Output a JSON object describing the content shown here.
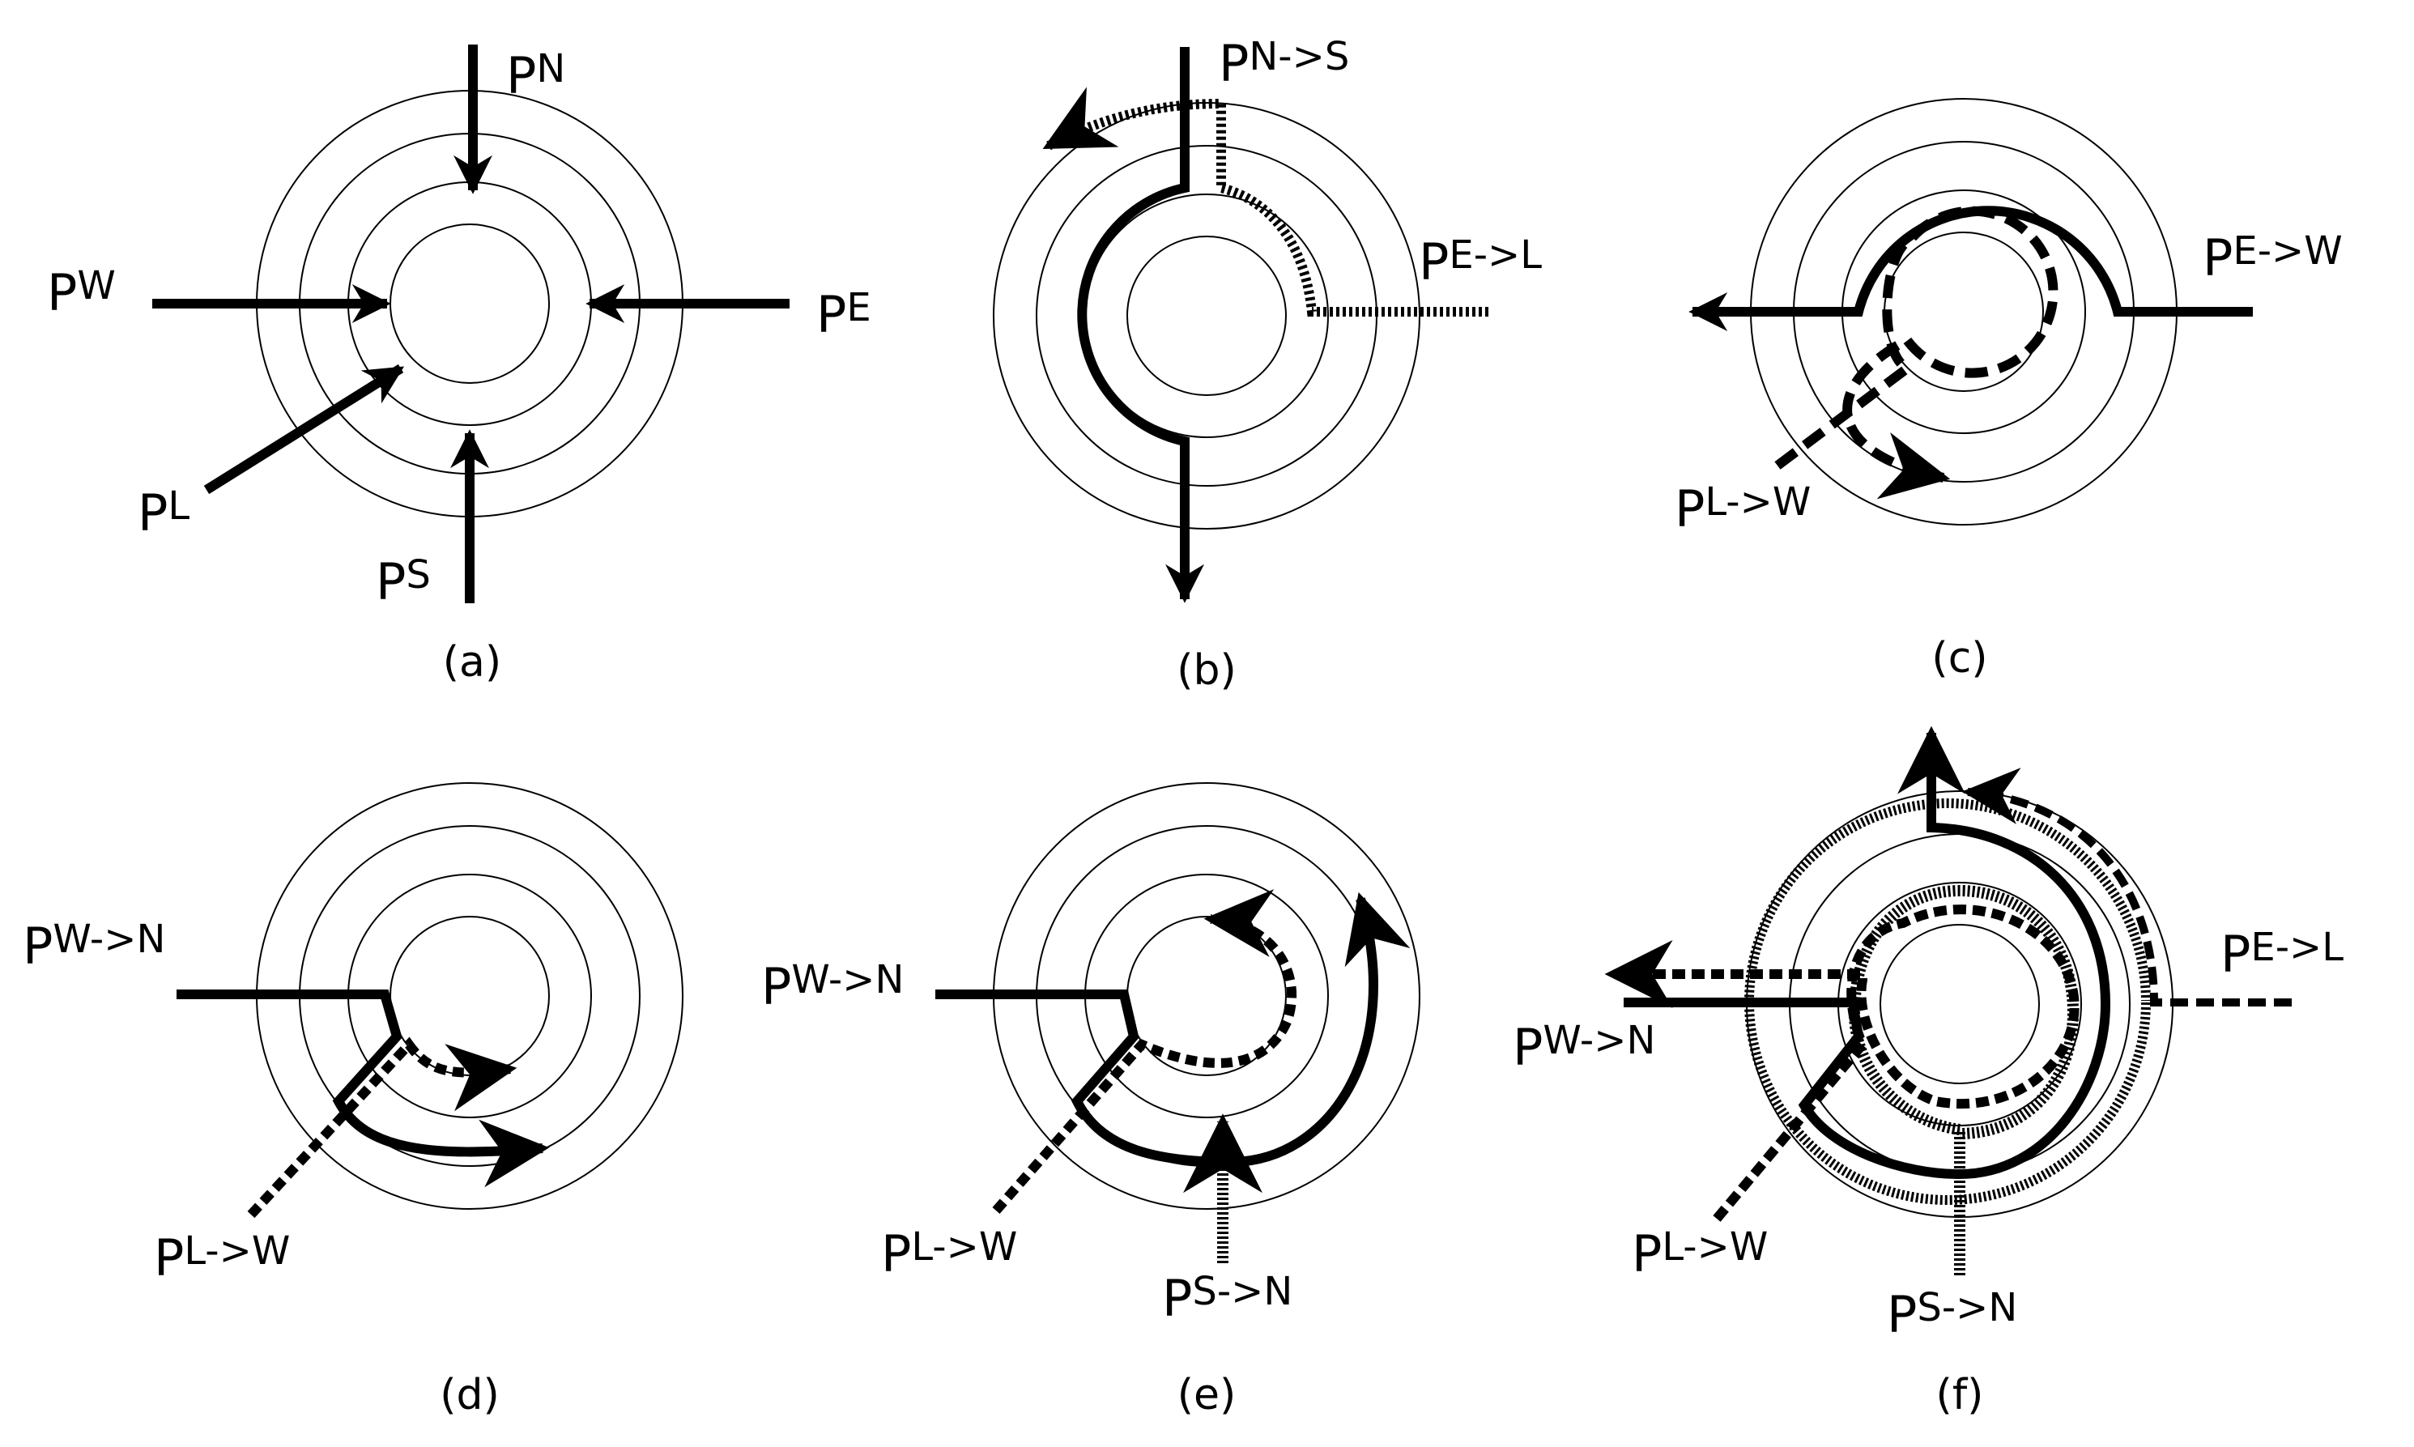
{
  "panels": [
    {
      "caption": "(a)",
      "labels": [
        {
          "main": "P",
          "sub": "N"
        },
        {
          "main": "P",
          "sub": "W"
        },
        {
          "main": "P",
          "sub": "E"
        },
        {
          "main": "P",
          "sub": "L"
        },
        {
          "main": "P",
          "sub": "S"
        }
      ]
    },
    {
      "caption": "(b)",
      "labels": [
        {
          "main": "P",
          "sub": "N->S"
        },
        {
          "main": "P",
          "sub": "E->L"
        }
      ]
    },
    {
      "caption": "(c)",
      "labels": [
        {
          "main": "P",
          "sub": "E->W"
        },
        {
          "main": "P",
          "sub": "L->W"
        }
      ]
    },
    {
      "caption": "(d)",
      "labels": [
        {
          "main": "P",
          "sub": "W->N"
        },
        {
          "main": "P",
          "sub": "L->W"
        }
      ]
    },
    {
      "caption": "(e)",
      "labels": [
        {
          "main": "P",
          "sub": "W->N"
        },
        {
          "main": "P",
          "sub": "L->W"
        },
        {
          "main": "P",
          "sub": "S->N"
        }
      ]
    },
    {
      "caption": "(f)",
      "labels": [
        {
          "main": "P",
          "sub": "E->L"
        },
        {
          "main": "P",
          "sub": "W->N"
        },
        {
          "main": "P",
          "sub": "L->W"
        },
        {
          "main": "P",
          "sub": "S->N"
        }
      ]
    }
  ]
}
